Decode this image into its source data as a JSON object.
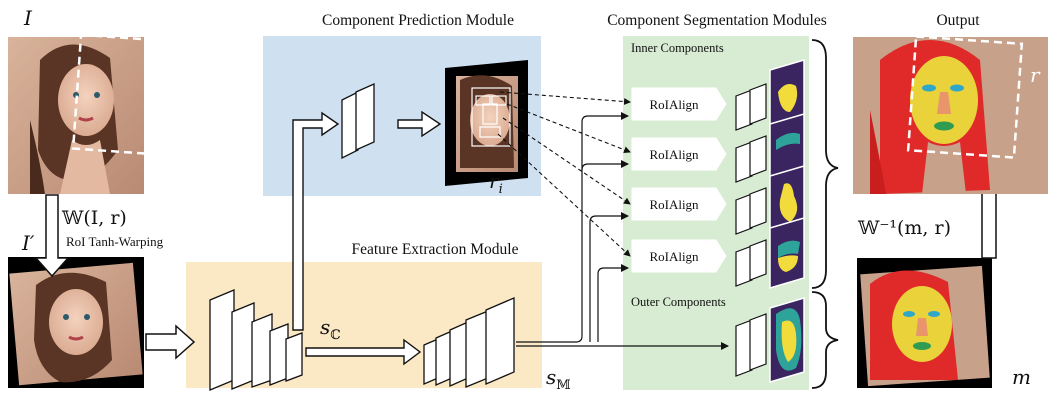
{
  "modules": {
    "component_prediction": "Component Prediction Module",
    "component_segmentation": "Component Segmentation Modules",
    "feature_extraction": "Feature Extraction Module",
    "output": "Output"
  },
  "groups": {
    "inner": "Inner Components",
    "outer": "Outer Components"
  },
  "roialign": [
    "RoIAlign",
    "RoIAlign",
    "RoIAlign",
    "RoIAlign"
  ],
  "symbols": {
    "input_image": "I",
    "roi": "r",
    "roi_output": "r",
    "roi_i_base": "r",
    "roi_i_sub": "i",
    "warped_image": "I′",
    "warp_formula": "𝕎(I, r)",
    "warp_name": "RoI Tanh-Warping",
    "inverse_formula": "𝕎⁻¹(m, r)",
    "feature_c_base": "s",
    "feature_c_sub": "ℂ",
    "feature_m_base": "s",
    "feature_m_sub": "𝕄",
    "mask": "m"
  },
  "colors": {
    "prediction_bg": "#cfe1f1",
    "segmentation_bg": "#d8ecd3",
    "feature_bg": "#fbe9c6",
    "mask_dark": "#3a2560",
    "mask_yellow": "#f2dc3c",
    "mask_teal": "#2ea39a"
  }
}
